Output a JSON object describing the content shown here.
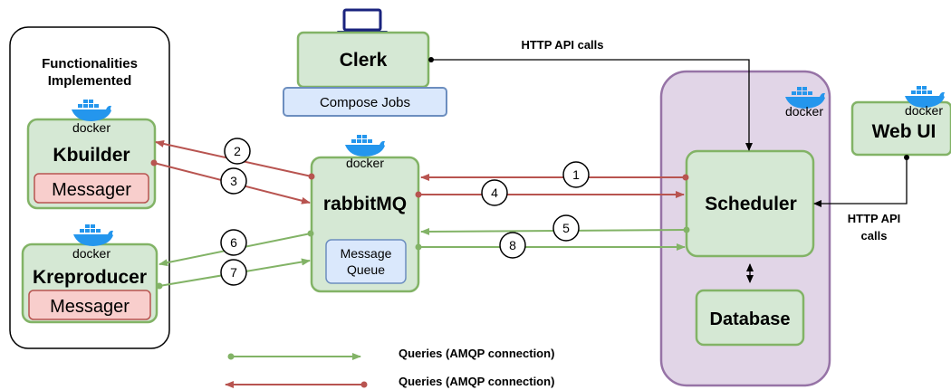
{
  "functionalities": {
    "title_line1": "Functionalities",
    "title_line2": "Implemented"
  },
  "docker_text": "docker",
  "clerk": {
    "label": "Clerk",
    "compose_label": "Compose Jobs"
  },
  "kbuilder": {
    "label": "Kbuilder",
    "messager_label": "Messager"
  },
  "kreproducer": {
    "label": "Kreproducer",
    "messager_label": "Messager"
  },
  "rabbitmq": {
    "label": "rabbitMQ",
    "queue_line1": "Message",
    "queue_line2": "Queue"
  },
  "scheduler": {
    "label": "Scheduler"
  },
  "database": {
    "label": "Database"
  },
  "webui": {
    "label": "Web UI"
  },
  "http_label_top": "HTTP API calls",
  "http_label_right_line1": "HTTP API",
  "http_label_right_line2": "calls",
  "step_numbers": [
    "1",
    "2",
    "3",
    "4",
    "5",
    "6",
    "7",
    "8"
  ],
  "legend": {
    "green_label": "Queries (AMQP connection)",
    "red_label": "Queries (AMQP connection)"
  },
  "colors": {
    "red_arrow": "#b85450",
    "green_arrow": "#82b366",
    "node_fill": "#d5e8d4",
    "node_stroke": "#82b366",
    "messager_fill": "#f8cecc",
    "messager_stroke": "#b85450",
    "compose_fill": "#dae8fc",
    "compose_stroke": "#6c8ebf",
    "scheduler_group_fill": "#e1d5e7",
    "scheduler_group_stroke": "#9673a6",
    "docker_blue": "#2496ed"
  }
}
